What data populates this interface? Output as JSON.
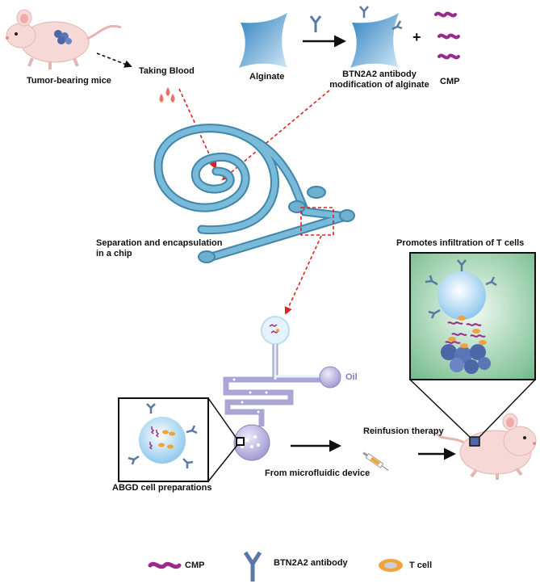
{
  "labels": {
    "tumor_mice": "Tumor-bearing mice",
    "taking_blood": "Taking Blood",
    "alginate": "Alginate",
    "btn_mod_line1": "BTN2A2 antibody",
    "btn_mod_line2": "modification of alginate",
    "plus": "+",
    "cmp_top": "CMP",
    "separation_line1": "Separation and encapsulation",
    "separation_line2": "in a chip",
    "promotes": "Promotes infiltration of T cells",
    "oil": "Oil",
    "reinfusion": "Reinfusion therapy",
    "from_device": "From microfluidic device",
    "abgd": "ABGD cell preparations"
  },
  "legend": [
    {
      "icon": "cmp-squiggle-icon",
      "label": "CMP"
    },
    {
      "icon": "antibody-y-icon",
      "label": "BTN2A2 antibody"
    },
    {
      "icon": "t-cell-icon",
      "label": "T cell"
    }
  ],
  "colors": {
    "chip_blue": "#6fb0cf",
    "chip_dark": "#3f86ac",
    "red_dash": "#e0201c",
    "cmp_purple": "#9a2a8c",
    "mouse_pink": "#f6d9d6",
    "panel_green": "#8fcaa0",
    "antibody": "#5a78a6",
    "tcell_orange": "#f2a23a",
    "tumor_blue": "#4c66a8",
    "device_purple": "#a9a6d6"
  }
}
